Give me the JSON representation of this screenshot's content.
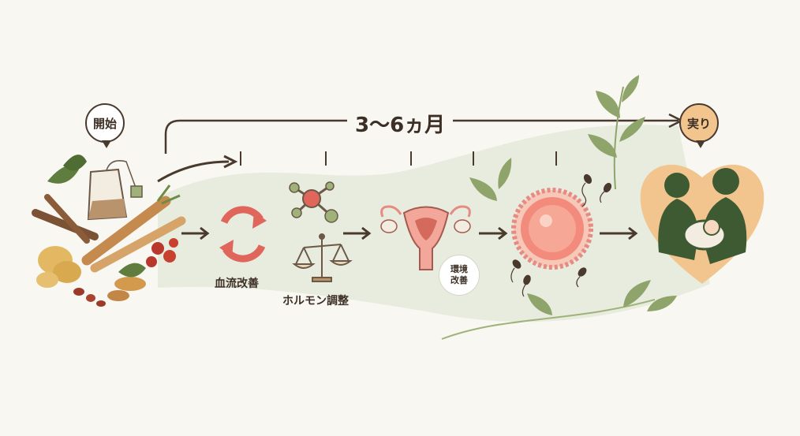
{
  "start": {
    "label": "開始"
  },
  "period": {
    "label": "3〜6ヵ月"
  },
  "end": {
    "label": "実り"
  },
  "steps": [
    {
      "label": "血流改善"
    },
    {
      "label": "ホルモン調整"
    },
    {
      "label": "環境",
      "sub": "改善"
    }
  ],
  "colors": {
    "background": "#f8f7f2",
    "band": "#e8ecdc",
    "arrow": "#4a3a2e",
    "accent_red": "#e0665c",
    "leaf_green": "#8fa46a",
    "heart": "#f2c58f",
    "family_silhouette": "#3e5a32"
  }
}
